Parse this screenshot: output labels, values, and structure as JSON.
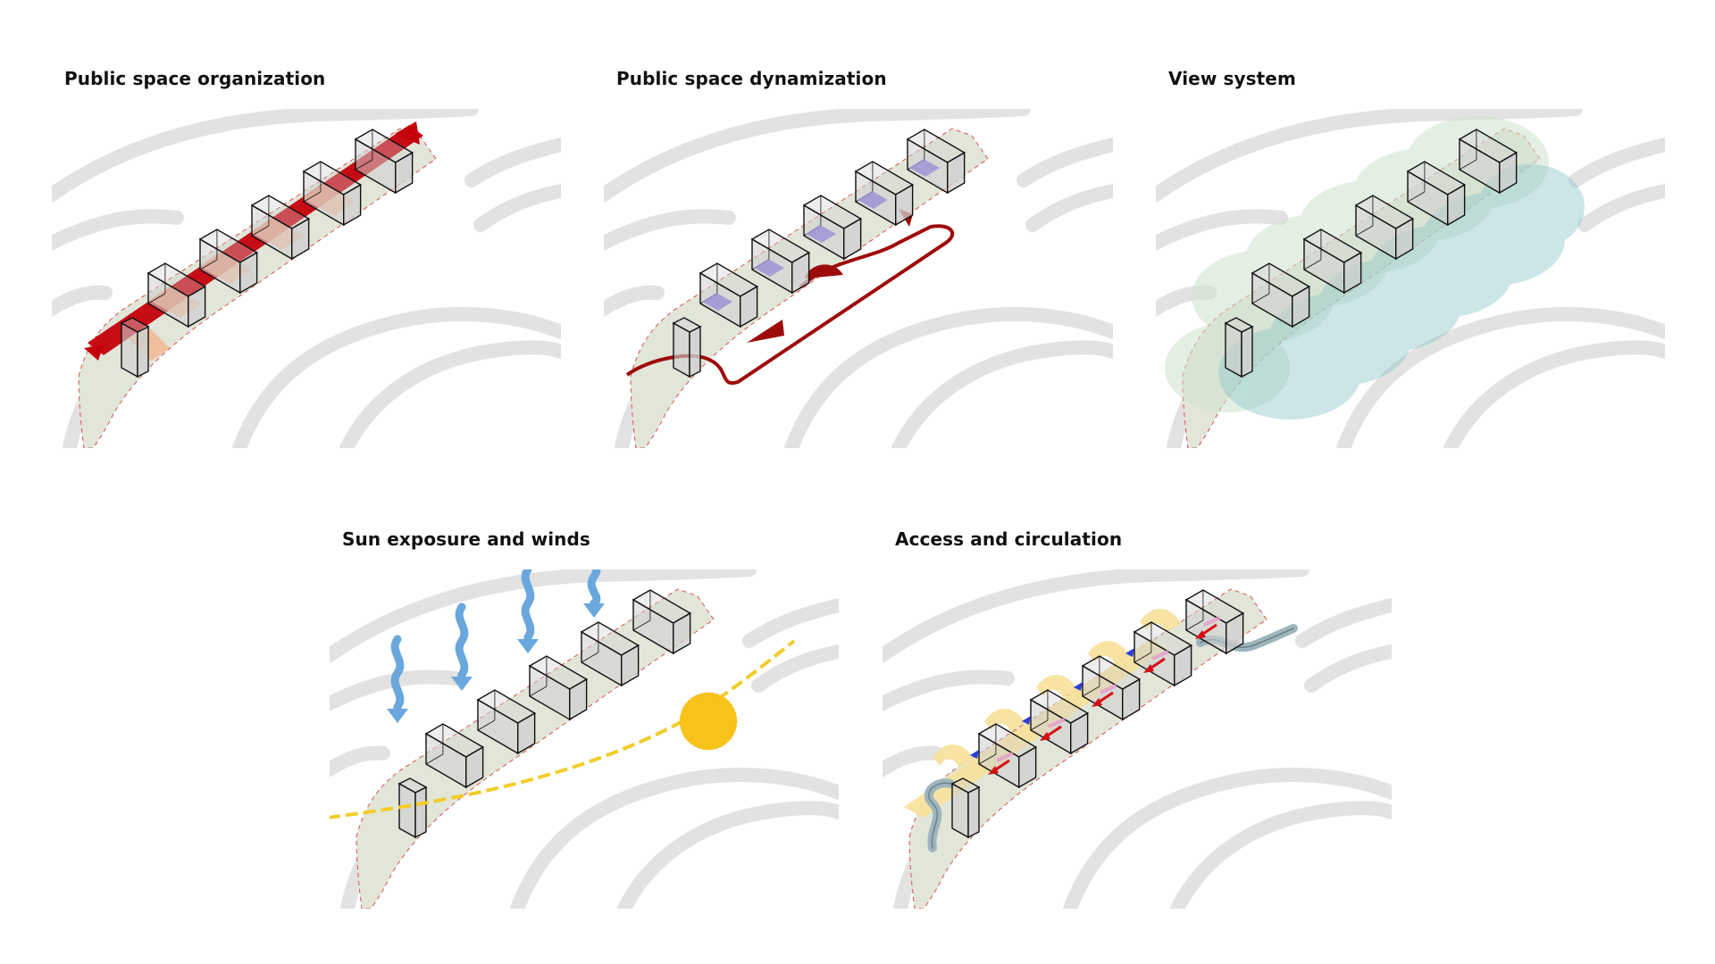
{
  "panels": [
    {
      "id": "p1",
      "title": "Public space organization"
    },
    {
      "id": "p2",
      "title": "Public space dynamization"
    },
    {
      "id": "p3",
      "title": "View system"
    },
    {
      "id": "p4",
      "title": "Sun exposure and winds"
    },
    {
      "id": "p5",
      "title": "Access and circulation"
    }
  ],
  "colors": {
    "road": "#e2e2e2",
    "site": "#e1e6d9",
    "site_outline": "#d9534f",
    "building_fill": "#cfcfcf",
    "building_stroke": "#111111",
    "axis_red": "#c4000b",
    "path_dark_red": "#9e0b0b",
    "plaza_orange": "#f4b38a",
    "patio_purple": "#9d94d6",
    "view_green": "#cfe3cf",
    "view_teal": "#8fc7c9",
    "sun": "#f7c21a",
    "sun_path": "#f2cd2b",
    "wind_blue": "#6aa7dd",
    "access_yellow": "#f8e19a",
    "ramp_steel": "#9fb5bd",
    "arrow_red": "#d80f15",
    "arrow_blue": "#2a3fd8",
    "arrow_pink": "#e79ccc"
  },
  "icons": [
    "wind-arrow-icon",
    "sun-icon",
    "access-arrow-icon"
  ]
}
